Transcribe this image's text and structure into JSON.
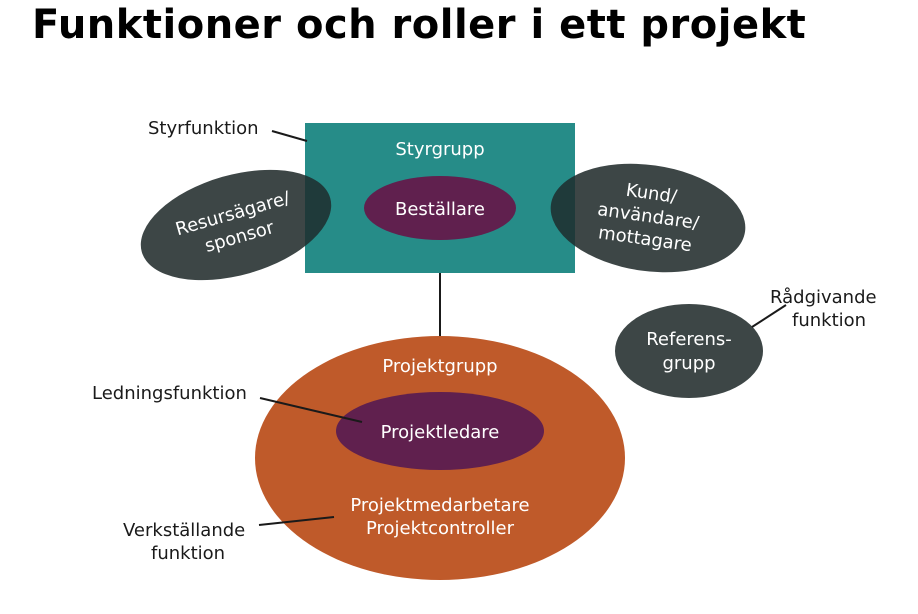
{
  "title": "Funktioner och roller i ett projekt",
  "colors": {
    "steering_box": "#268c88",
    "dark_ellipse": "#3d4646",
    "role_purple": "#60204e",
    "project_orange": "#bf5a2a",
    "connector": "#1a1a1a"
  },
  "diagram": {
    "styrgrupp": {
      "label": "Styrgrupp",
      "role": "Beställare"
    },
    "resursagare": {
      "line1": "Resursägare/",
      "line2": "sponsor"
    },
    "kund": {
      "line1": "Kund/",
      "line2": "användare/",
      "line3": "mottagare"
    },
    "referensgrupp": {
      "line1": "Referens-",
      "line2": "grupp"
    },
    "projektgrupp": {
      "label": "Projektgrupp",
      "role": "Projektledare",
      "member1": "Projektmedarbetare",
      "member2": "Projektcontroller"
    },
    "functions": {
      "styrfunktion": "Styrfunktion",
      "radgivande_line1": "Rådgivande",
      "radgivande_line2": "funktion",
      "ledningsfunktion": "Ledningsfunktion",
      "verkstallande_line1": "Verkställande",
      "verkstallande_line2": "funktion"
    }
  }
}
